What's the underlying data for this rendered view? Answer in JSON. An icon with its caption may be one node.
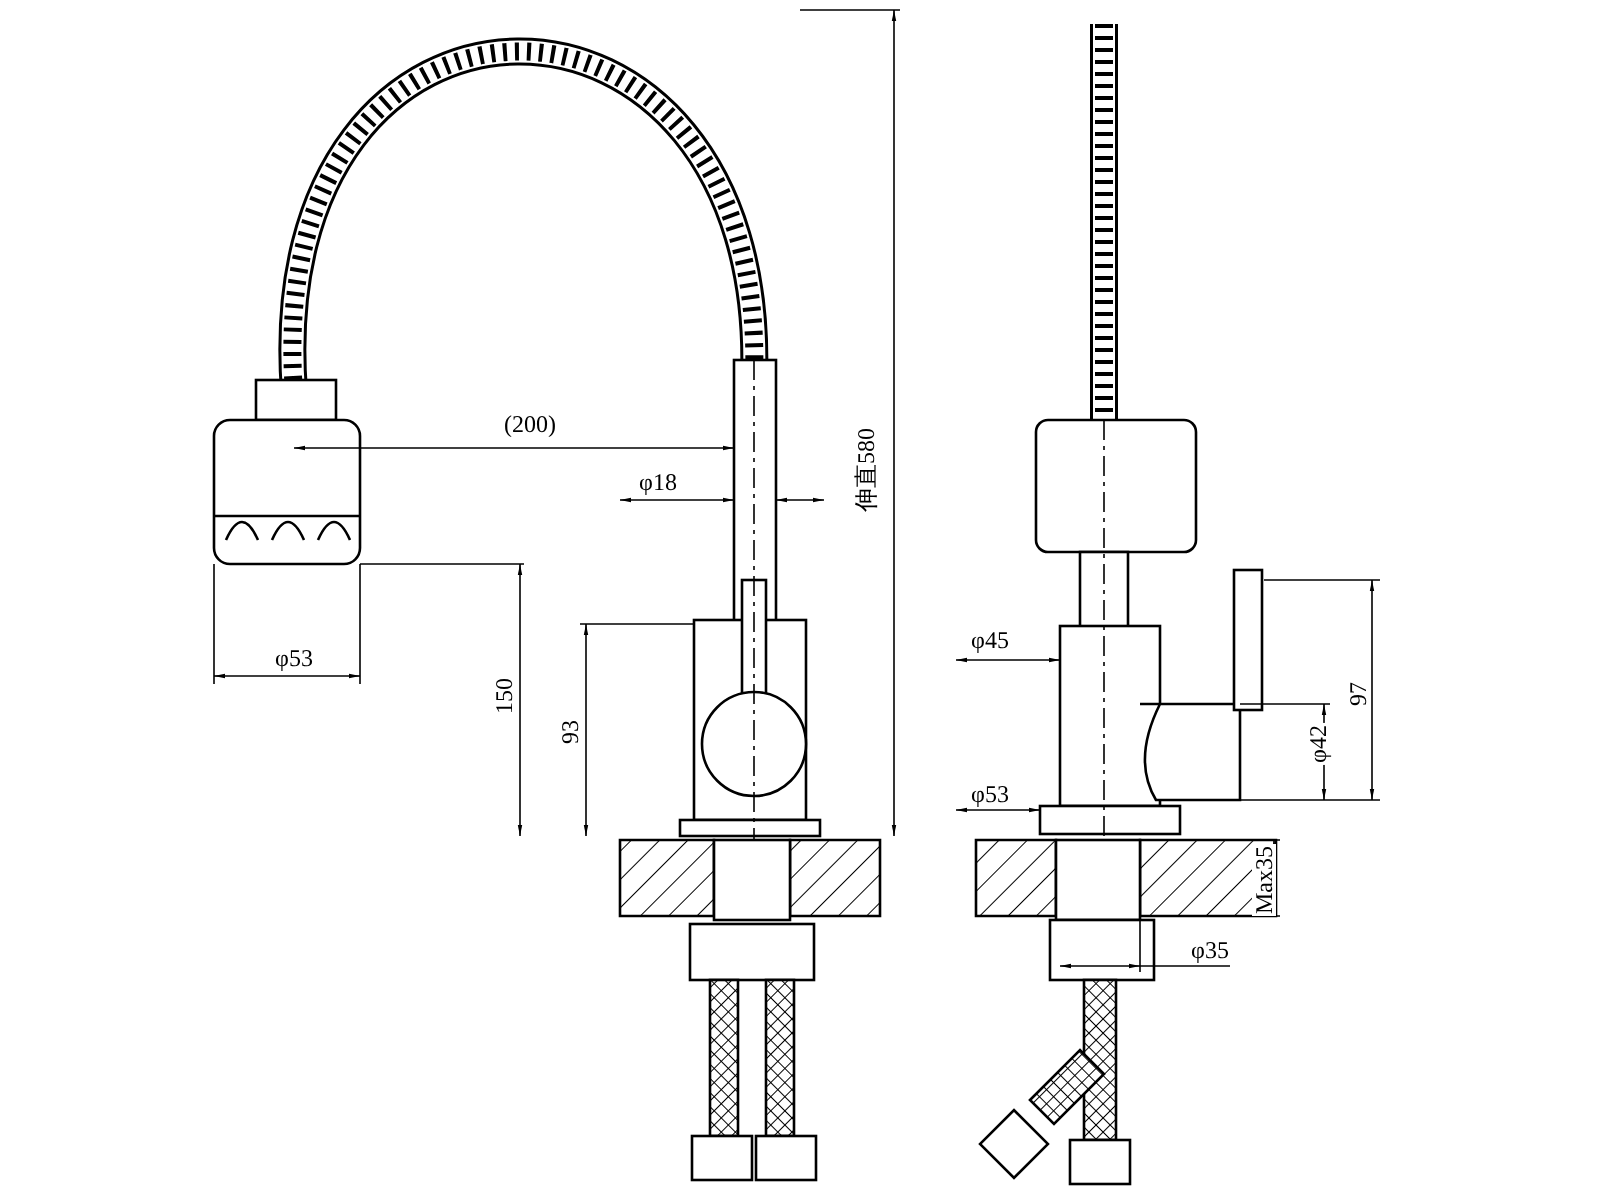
{
  "diagram": {
    "labels": [
      "(200)",
      "伸直580",
      "φ18",
      "φ53",
      "150",
      "93",
      "φ45",
      "97",
      "φ42",
      "φ53",
      "Max35",
      "φ35"
    ]
  }
}
